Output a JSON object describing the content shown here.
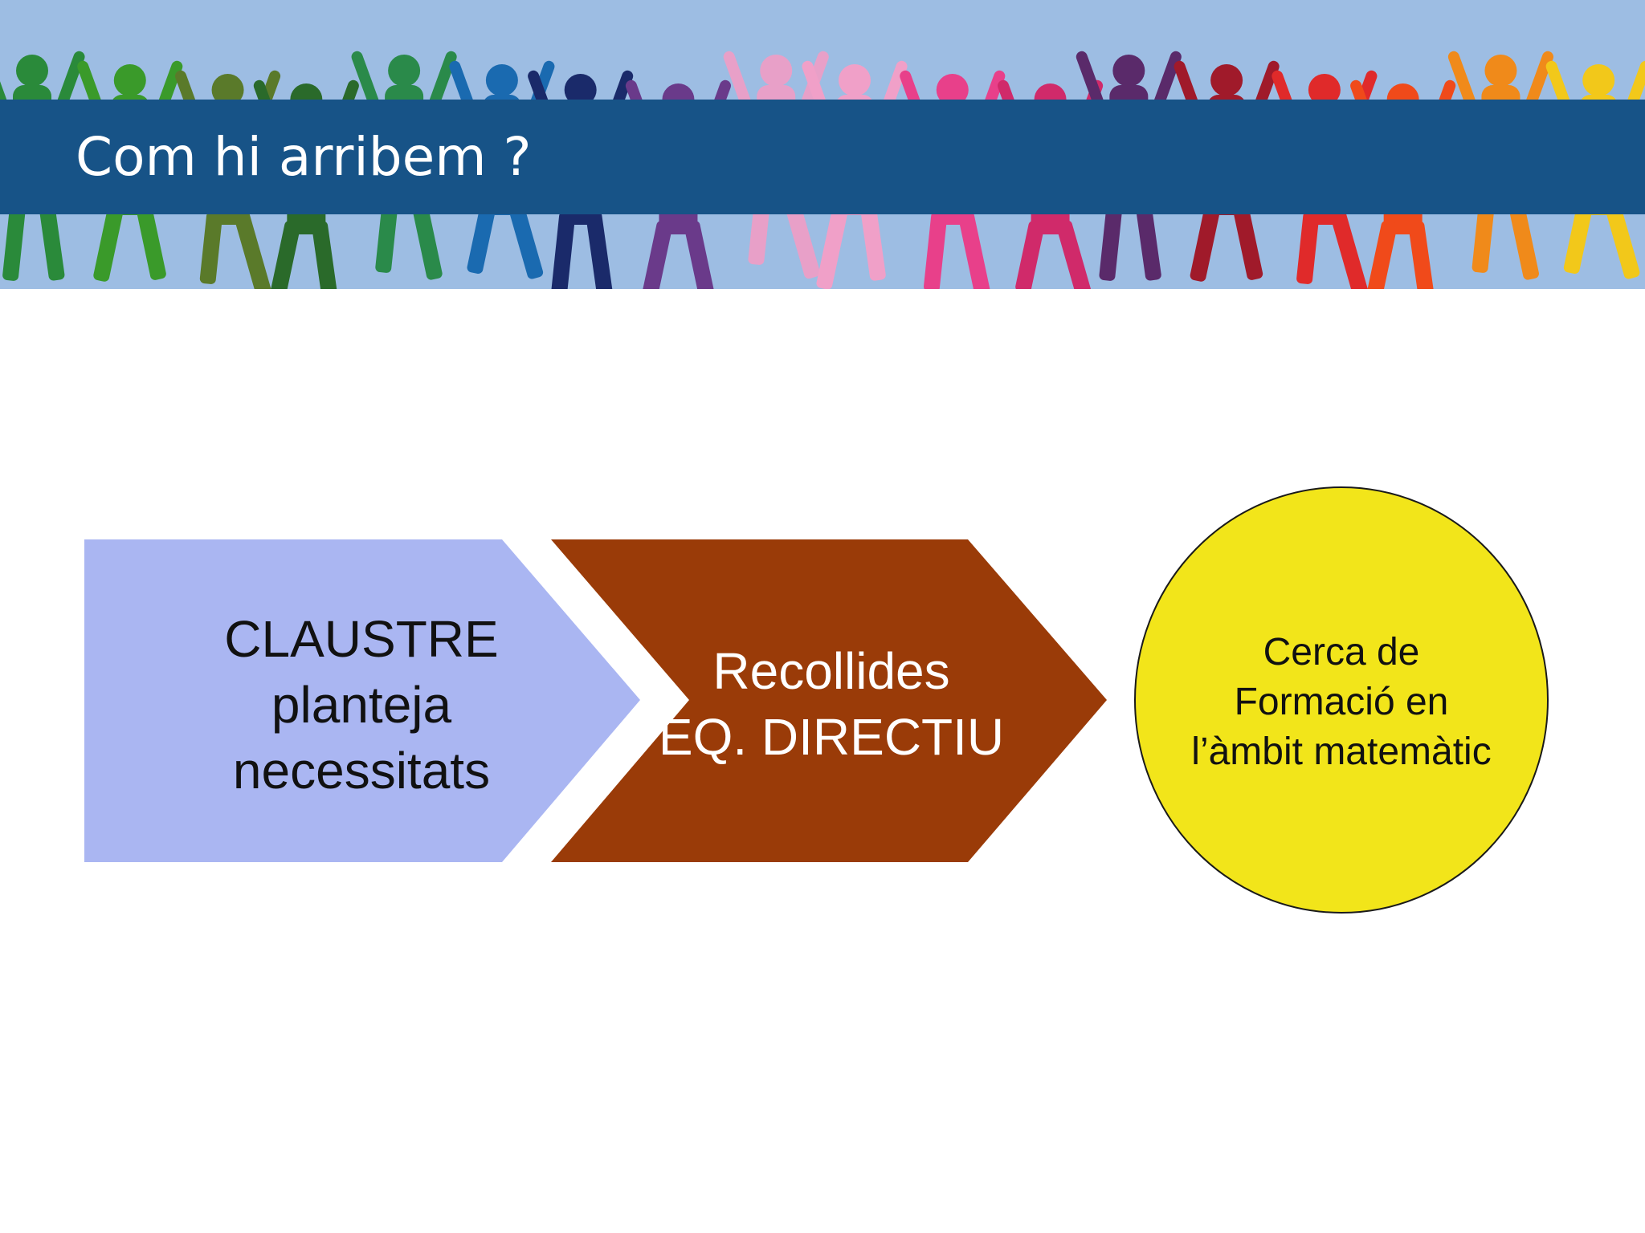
{
  "slide": {
    "title": "Com hi arribem ?"
  },
  "colors": {
    "banner_sky": "#9dbde3",
    "title_bar": "#175387",
    "step1_fill": "#aab6f2",
    "step2_fill": "#9a3b08",
    "step3_fill": "#f2e51a"
  },
  "diagram": {
    "step1": {
      "lines": [
        "CLAUSTRE",
        "planteja",
        "necessitats"
      ]
    },
    "step2": {
      "lines": [
        "Recollides",
        "EQ. DIRECTIU"
      ]
    },
    "step3": {
      "lines": [
        "Cerca de",
        "Formació en",
        "l’àmbit matemàtic"
      ]
    }
  },
  "banner": {
    "silhouette_colors": [
      "#2a8a3a",
      "#3a9a2a",
      "#5a7a2a",
      "#2a6a2a",
      "#2a8a4a",
      "#1a6ab0",
      "#1a2a6a",
      "#6a3a8a",
      "#e8a0c8",
      "#f0a0c8",
      "#e8408a",
      "#d02a6a",
      "#5a2a6a",
      "#a01a2a",
      "#e02a2a",
      "#f04a1a",
      "#f08a1a",
      "#f2c81a"
    ]
  }
}
